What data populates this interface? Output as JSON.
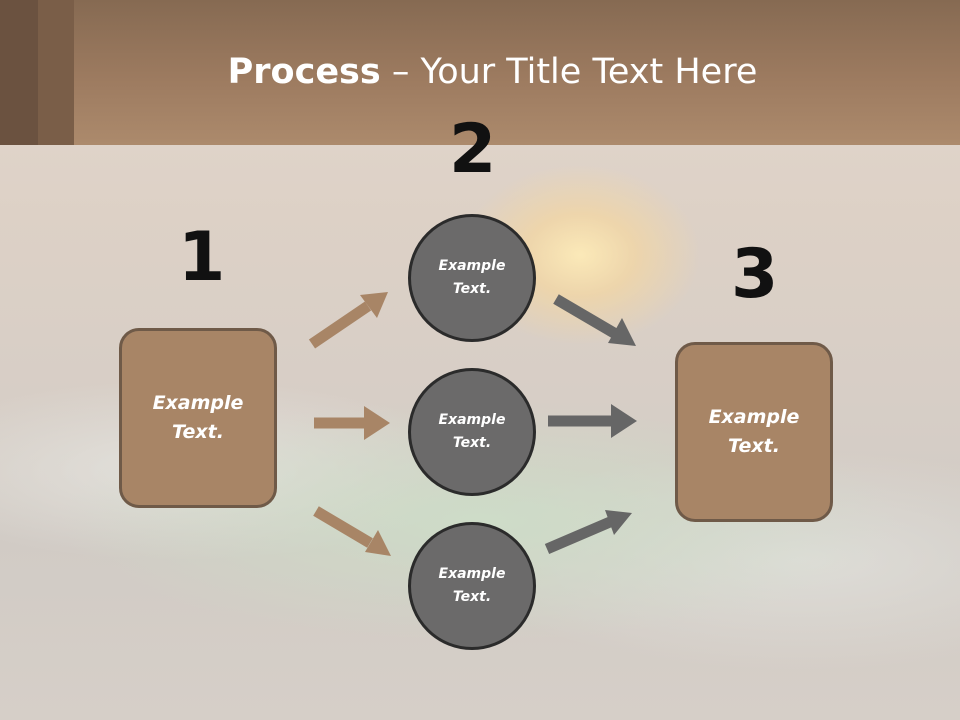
{
  "title": {
    "bold": "Process",
    "rest": " – Your Title Text Here"
  },
  "steps": {
    "one": "1",
    "two": "2",
    "three": "3"
  },
  "left_box": {
    "text": "Example Text."
  },
  "right_box": {
    "text": "Example Text."
  },
  "circles": [
    {
      "text": "Example Text."
    },
    {
      "text": "Example Text."
    },
    {
      "text": "Example Text."
    }
  ],
  "colors": {
    "header": "#9d7b60",
    "box_fill": "#a88566",
    "circle_fill": "#6b6a6a",
    "arrow_brown": "#a88566",
    "arrow_gray": "#666666"
  }
}
